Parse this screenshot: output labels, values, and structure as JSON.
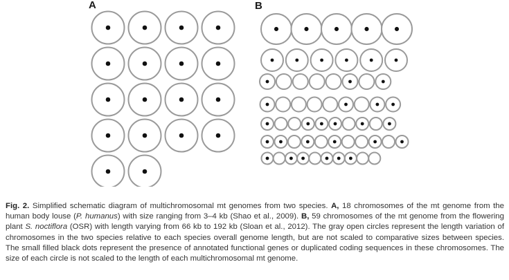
{
  "figure": {
    "panel_a_label": "A",
    "panel_b_label": "B",
    "circle_stroke_color": "#9a9a9a",
    "dot_color": "#111111",
    "panel_a": {
      "chromosome_count": 18,
      "rows": [
        [
          true,
          true,
          true,
          true
        ],
        [
          true,
          true,
          true,
          true
        ],
        [
          true,
          true,
          true,
          true
        ],
        [
          true,
          true,
          true,
          true
        ],
        [
          true,
          true
        ]
      ]
    },
    "panel_b": {
      "chromosome_count": 59,
      "rows": [
        [
          true,
          true,
          true,
          true,
          true
        ],
        [
          true,
          true,
          true,
          true,
          true,
          true
        ],
        [
          true,
          false,
          false,
          false,
          false,
          true,
          false,
          true
        ],
        [
          true,
          false,
          false,
          false,
          false,
          true,
          false,
          true,
          true
        ],
        [
          true,
          false,
          false,
          true,
          true,
          true,
          false,
          true,
          false,
          true
        ],
        [
          true,
          true,
          false,
          true,
          false,
          true,
          false,
          false,
          true,
          false,
          true
        ],
        [
          true,
          false,
          true,
          true,
          false,
          true,
          true,
          true,
          false,
          false
        ]
      ]
    }
  },
  "caption": {
    "fig_label": "Fig. 2.",
    "part1": " Simplified schematic diagram of multichromosomal mt genomes from two species. ",
    "a_label": "A,",
    "part2": " 18 chromosomes of the mt genome from the human body louse (",
    "species_a": "P. humanus",
    "part3": ") with size ranging from 3–4 kb (Shao et al., 2009). ",
    "b_label": "B,",
    "part4": " 59 chromosomes of the mt genome from the flowering plant ",
    "species_b": "S. noctiflora",
    "part5": " (OSR) with length varying from 66 kb to 192 kb (Sloan et al., 2012). The gray open circles represent the length variation of chromosomes in the two species relative to each species overall genome length, but are not scaled to comparative sizes between species. The small filled black dots represent the presence of annotated functional genes or duplicated coding sequences in these chromosomes. The size of each circle is not scaled to the length of each multichromosomal mt genome."
  }
}
